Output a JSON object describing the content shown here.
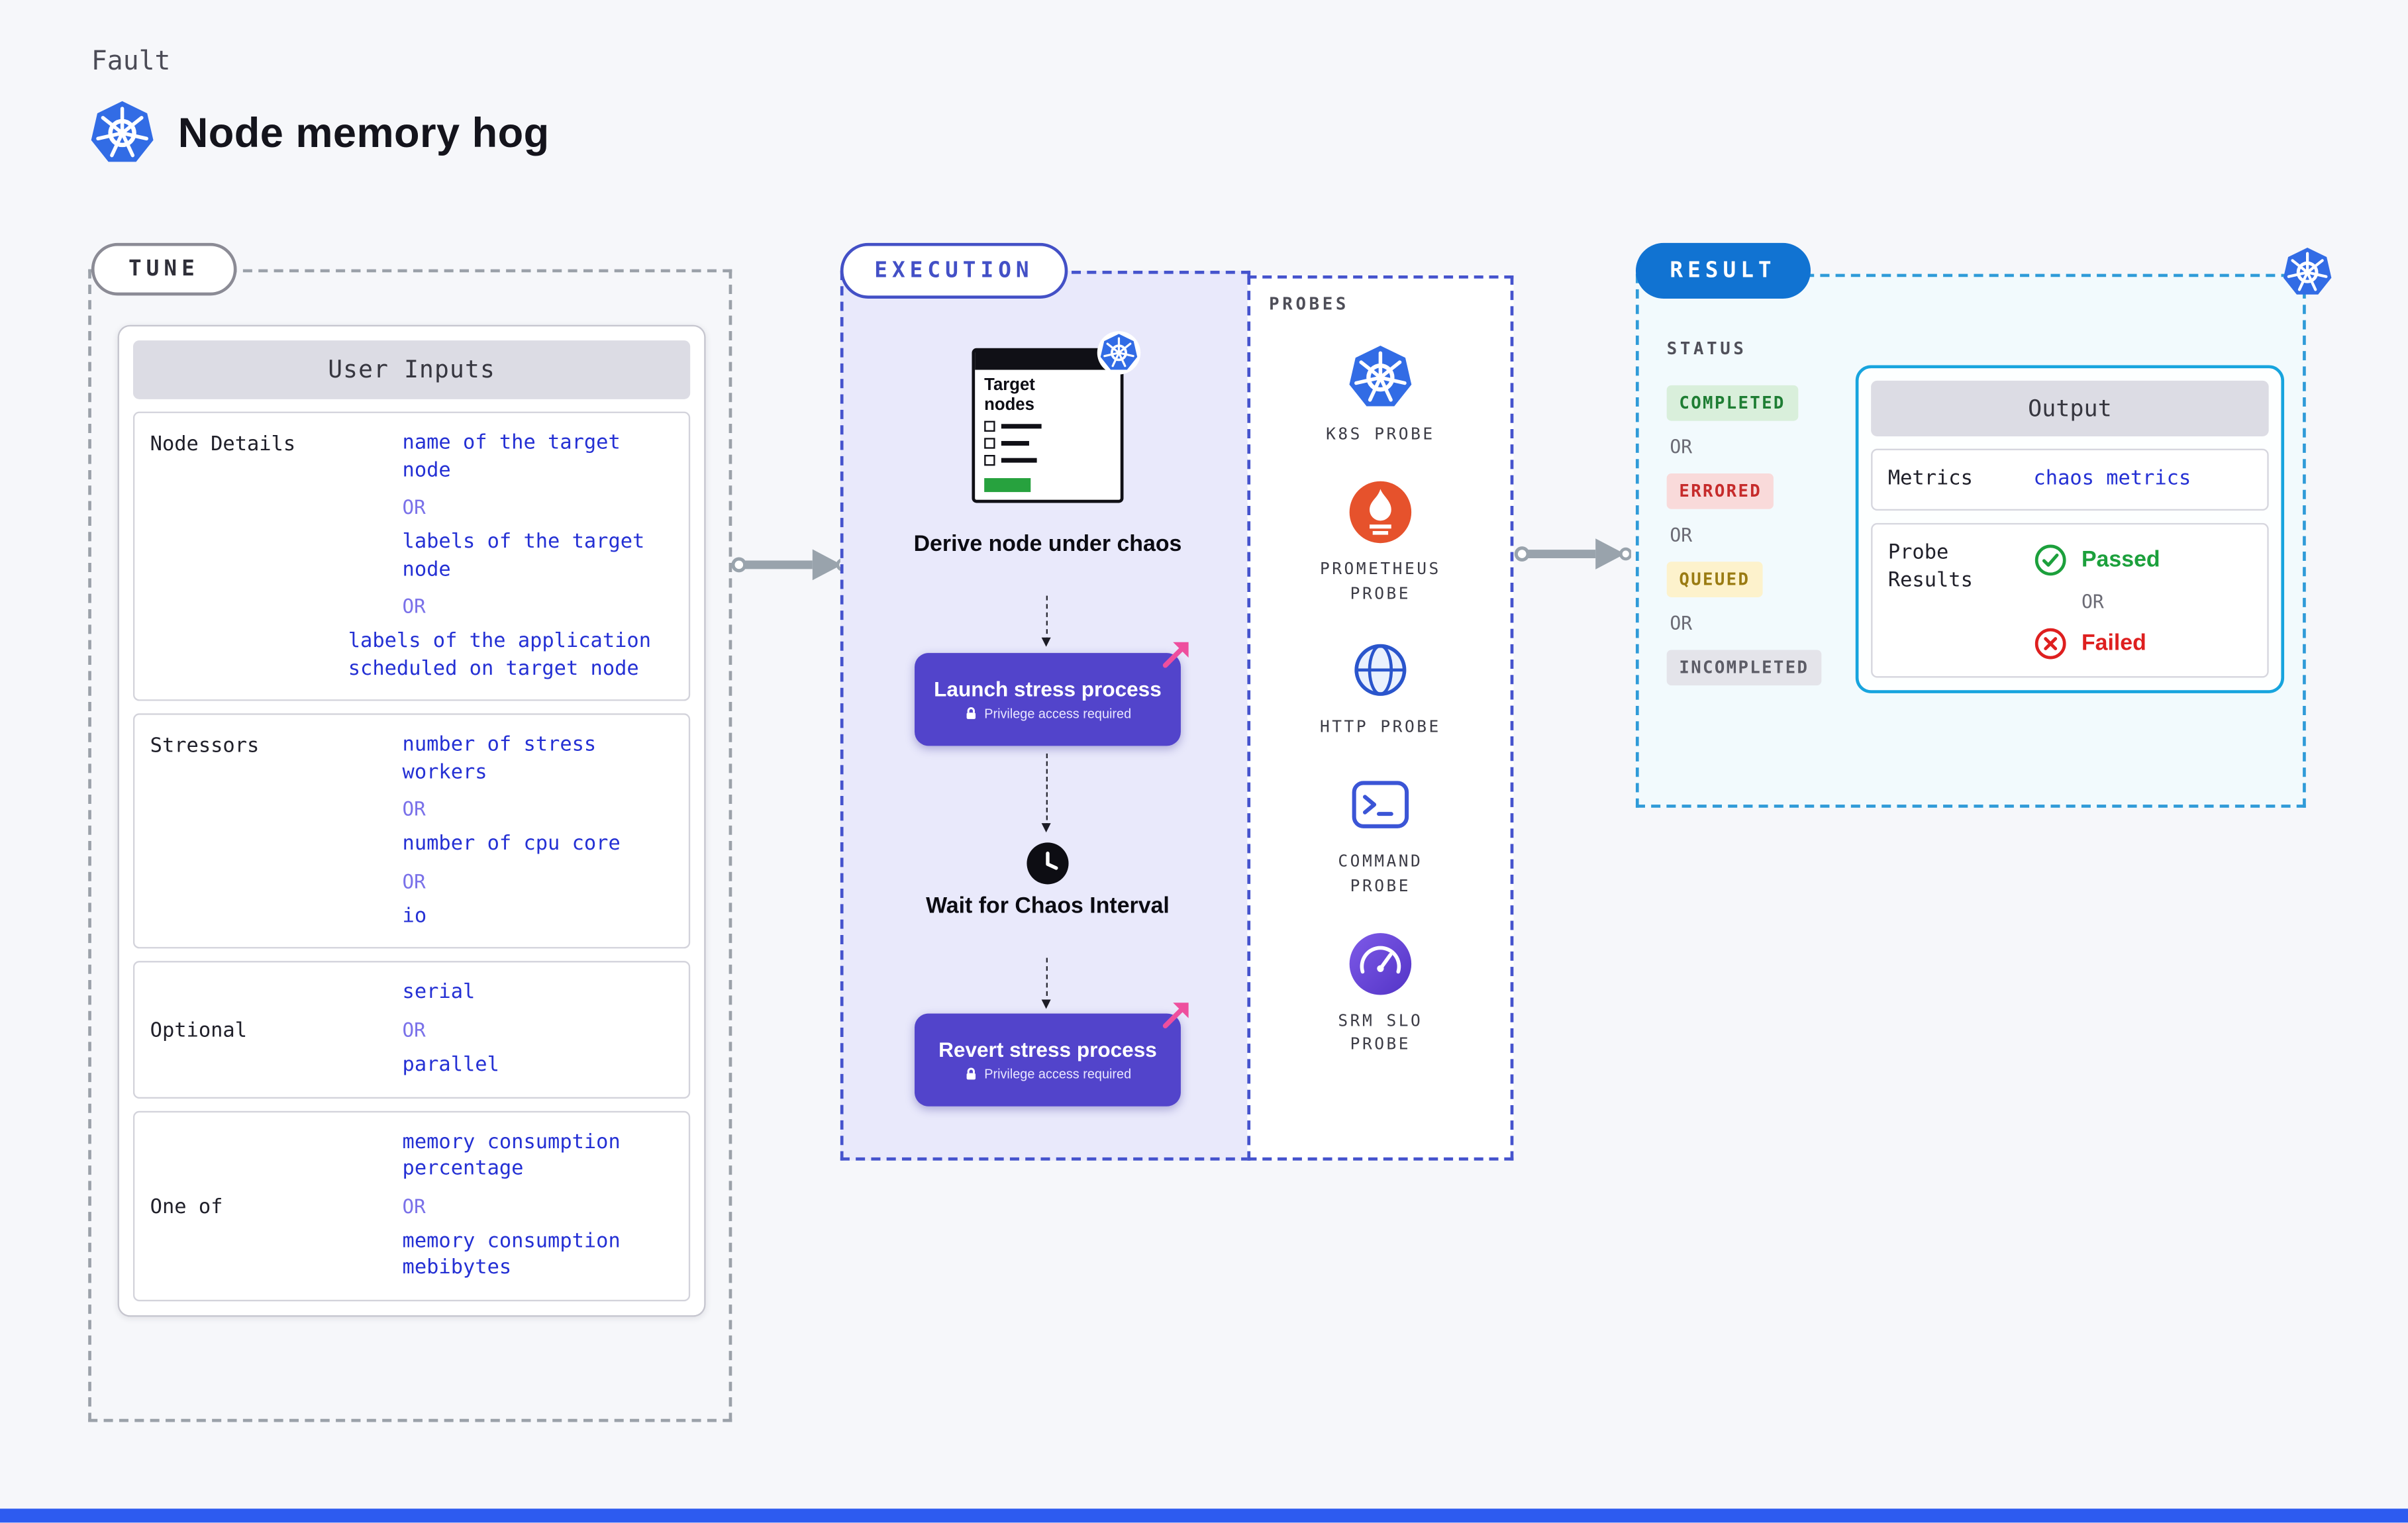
{
  "header": {
    "kicker": "Fault",
    "title": "Node memory hog"
  },
  "common": {
    "or": "OR"
  },
  "tune": {
    "badge": "TUNE",
    "card_title": "User Inputs",
    "node_details": {
      "label": "Node Details",
      "opt1": "name of the target node",
      "opt2": "labels of the target node",
      "opt3": "labels of the application scheduled on target node"
    },
    "stressors": {
      "label": "Stressors",
      "opt1": "number of stress workers",
      "opt2": "number of cpu core",
      "opt3": "io"
    },
    "optional": {
      "label": "Optional",
      "opt1": "serial",
      "opt2": "parallel"
    },
    "one_of": {
      "label": "One of",
      "opt1": "memory consumption percentage",
      "opt2": "memory consumption mebibytes"
    }
  },
  "execution": {
    "badge": "EXECUTION",
    "terminal_title": "Target nodes",
    "derive_caption": "Derive node under chaos",
    "launch_label": "Launch stress process",
    "privilege_note": "Privilege access required",
    "wait_caption": "Wait for Chaos Interval",
    "revert_label": "Revert stress process"
  },
  "probes": {
    "title": "PROBES",
    "items": [
      {
        "label": "K8S PROBE",
        "icon": "kubernetes-icon"
      },
      {
        "label": "PROMETHEUS PROBE",
        "icon": "prometheus-icon"
      },
      {
        "label": "HTTP PROBE",
        "icon": "globe-icon"
      },
      {
        "label": "COMMAND PROBE",
        "icon": "terminal-icon"
      },
      {
        "label": "SRM SLO PROBE",
        "icon": "gauge-icon"
      }
    ]
  },
  "result": {
    "badge": "RESULT",
    "status_title": "STATUS",
    "statuses": [
      {
        "label": "COMPLETED"
      },
      {
        "label": "ERRORED"
      },
      {
        "label": "QUEUED"
      },
      {
        "label": "INCOMPLETED"
      }
    ],
    "output": {
      "card_title": "Output",
      "metrics_label": "Metrics",
      "metrics_value": "chaos metrics",
      "probe_results_label": "Probe Results",
      "passed_label": "Passed",
      "failed_label": "Failed"
    }
  },
  "colors": {
    "kubernetes_blue": "#326ce5",
    "execution_accent": "#4350c6",
    "button_purple": "#5244cb",
    "result_accent": "#1173d2",
    "output_border": "#17a4de",
    "option_blue": "#2430d4",
    "or_purple": "#7a71e9",
    "completed_green": "#1e7d33",
    "errored_red": "#c62b2b",
    "queued_amber": "#9a7b12",
    "incompleted_gray": "#5c5c66",
    "passed_green": "#1ca03c",
    "failed_red": "#de1f1f",
    "prometheus_orange": "#e6522c",
    "flag_pink": "#ee4f9e",
    "bottom_bar_blue": "#2d5bf0"
  }
}
